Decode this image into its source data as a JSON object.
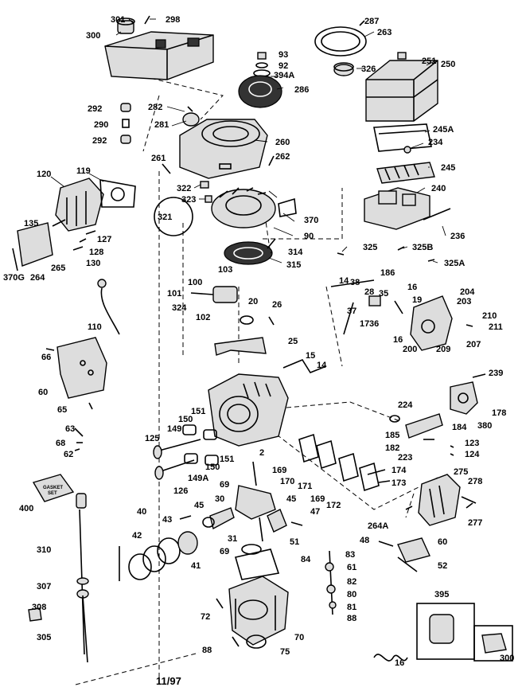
{
  "footer": {
    "date": "11/97"
  },
  "gasket_kit": {
    "line1": "GASKET",
    "line2": "SET"
  },
  "parts": {
    "p301": "301",
    "p298": "298",
    "p300": "300",
    "p287": "287",
    "p263": "263",
    "p93": "93",
    "p92": "92",
    "p394a": "394A",
    "p286": "286",
    "p251": "251",
    "p250": "250",
    "p326": "326",
    "p282": "282",
    "p281": "281",
    "p292a": "292",
    "p290": "290",
    "p292b": "292",
    "p260": "260",
    "p245a": "245A",
    "p234": "234",
    "p245": "245",
    "p261": "261",
    "p262": "262",
    "p120": "120",
    "p119": "119",
    "p322": "322",
    "p323": "323",
    "p321": "321",
    "p240": "240",
    "p370": "370",
    "p90": "90",
    "p135": "135",
    "p127": "127",
    "p128": "128",
    "p130": "130",
    "p265": "265",
    "p370g": "370G",
    "p264": "264",
    "p236": "236",
    "p325": "325",
    "p325b": "325B",
    "p325a": "325A",
    "p314": "314",
    "p315": "315",
    "p103": "103",
    "p100": "100",
    "p101": "101",
    "p324": "324",
    "p102": "102",
    "p20": "20",
    "p26": "26",
    "p14a": "14",
    "p38": "38",
    "p186": "186",
    "p16a": "16",
    "p204": "204",
    "p28": "28",
    "p35": "35",
    "p19": "19",
    "p203": "203",
    "p37": "37",
    "p17": "17",
    "p36": "36",
    "p210": "210",
    "p211": "211",
    "p110": "110",
    "p16b": "16",
    "p200": "200",
    "p209": "209",
    "p207": "207",
    "p25": "25",
    "p66": "66",
    "p15": "15",
    "p14b": "14",
    "p239": "239",
    "p60a": "60",
    "p224": "224",
    "p178": "178",
    "p65": "65",
    "p151a": "151",
    "p150a": "150",
    "p149": "149",
    "p184": "184",
    "p380": "380",
    "p185": "185",
    "p63": "63",
    "p125": "125",
    "p182": "182",
    "p123": "123",
    "p124": "124",
    "p68": "68",
    "p62": "62",
    "p2": "2",
    "p223": "223",
    "p150b": "150",
    "p151b": "151",
    "p169a": "169",
    "p126": "126",
    "p149a": "149A",
    "p170": "170",
    "p171": "171",
    "p174": "174",
    "p275": "275",
    "p278": "278",
    "p69a": "69",
    "p169b": "169",
    "p173": "173",
    "p400": "400",
    "p30": "30",
    "p172": "172",
    "p45a": "45",
    "p45b": "45",
    "p277": "277",
    "p40": "40",
    "p264a": "264A",
    "p43": "43",
    "p47": "47",
    "p42": "42",
    "p31": "31",
    "p51": "51",
    "p48": "48",
    "p60b": "60",
    "p310": "310",
    "p69b": "69",
    "p83": "83",
    "p84": "84",
    "p61": "61",
    "p52": "52",
    "p41": "41",
    "p82": "82",
    "p307": "307",
    "p80": "80",
    "p395": "395",
    "p81": "81",
    "p88a": "88",
    "p72": "72",
    "p308": "308",
    "p70": "70",
    "p305": "305",
    "p88b": "88",
    "p75": "75",
    "p16c": "16",
    "p300b": "300"
  }
}
